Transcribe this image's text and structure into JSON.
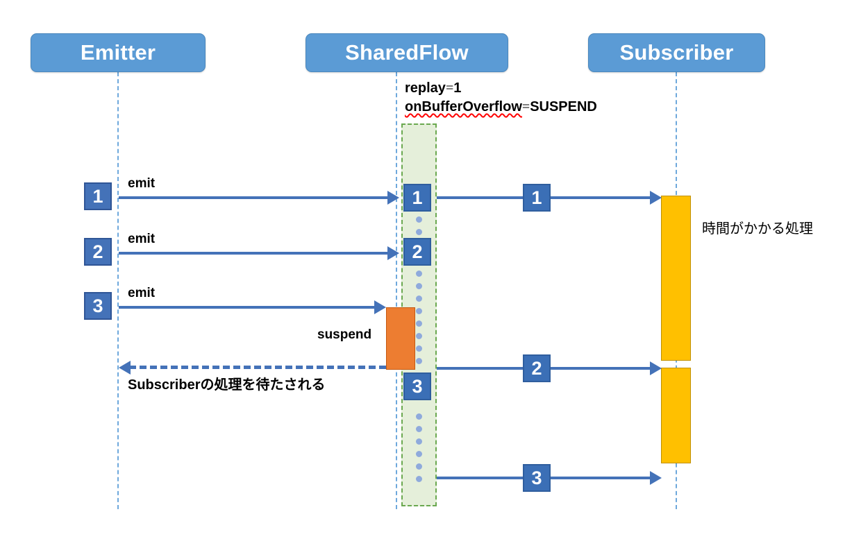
{
  "diagram": {
    "title": "SharedFlow replay=1 onBufferOverflow=SUSPEND sequence diagram",
    "colors": {
      "participant_fill": "#5b9bd5",
      "lifeline": "#6ea8dc",
      "arrow": "#4472b8",
      "num_box_fill": "#3b6fb6",
      "buffer_fill": "#e5efda",
      "buffer_border": "#6aa84f",
      "suspend_fill": "#ed7d31",
      "activation_fill": "#ffc000"
    }
  },
  "participants": [
    {
      "name": "emitter",
      "label": "Emitter"
    },
    {
      "name": "sharedflow",
      "label": "SharedFlow"
    },
    {
      "name": "subscriber",
      "label": "Subscriber"
    }
  ],
  "notes": {
    "replay_key": "replay",
    "replay_eq": "=",
    "replay_value": "1",
    "overflow_key": "onBufferOverflow",
    "overflow_eq": "=",
    "overflow_value": "SUSPEND"
  },
  "emit_messages": [
    {
      "name": "emit-1",
      "index": "1",
      "label": "emit"
    },
    {
      "name": "emit-2",
      "index": "2",
      "label": "emit"
    },
    {
      "name": "emit-3",
      "index": "3",
      "label": "emit"
    }
  ],
  "buffer_items": [
    {
      "name": "buffer-item-1",
      "index": "1"
    },
    {
      "name": "buffer-item-2",
      "index": "2"
    },
    {
      "name": "buffer-item-3",
      "index": "3"
    }
  ],
  "deliver_messages": [
    {
      "name": "deliver-1",
      "index": "1"
    },
    {
      "name": "deliver-2",
      "index": "2"
    },
    {
      "name": "deliver-3",
      "index": "3"
    }
  ],
  "suspend": {
    "label": "suspend"
  },
  "return_message": {
    "label": "Subscriberの処理を待たされる"
  },
  "processing_note": {
    "label": "時間がかかる処理"
  }
}
